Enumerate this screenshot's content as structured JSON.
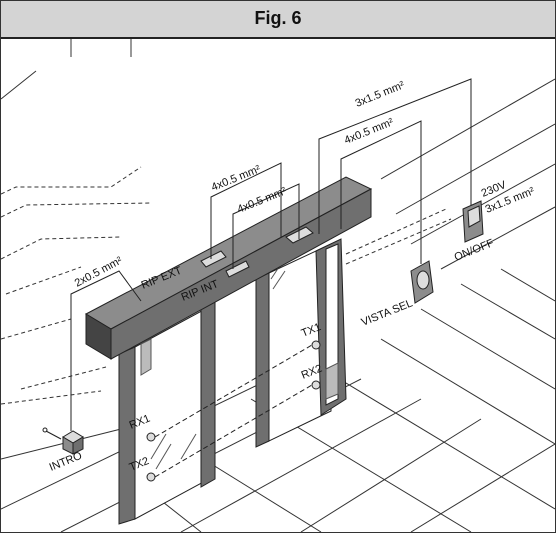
{
  "figure": {
    "title": "Fig. 6"
  },
  "labels": {
    "cable_main": "3x1.5 mm²",
    "cable_vista": "4x0.5 mm²",
    "cable_rip_ext": "4x0.5 mm²",
    "cable_rip_int": "4x0.5 mm²",
    "cable_intro": "2x0.5 mm²",
    "voltage": "230V",
    "cable_power": "3x1.5 mm²",
    "onoff": "ON/OFF",
    "vista_sel": "VISTA SEL",
    "rip_ext": "RIP EXT",
    "rip_int": "RIP INT",
    "intro": "INTRO",
    "tx1": "TX1",
    "rx2": "RX2",
    "rx1": "RX1",
    "tx2": "TX2"
  },
  "colors": {
    "header_bg": "#d4d4d4",
    "frame_dark": "#6f6f6f",
    "header_light": "#8c8c8c",
    "line": "#222222",
    "floor_grid": "#333333"
  }
}
